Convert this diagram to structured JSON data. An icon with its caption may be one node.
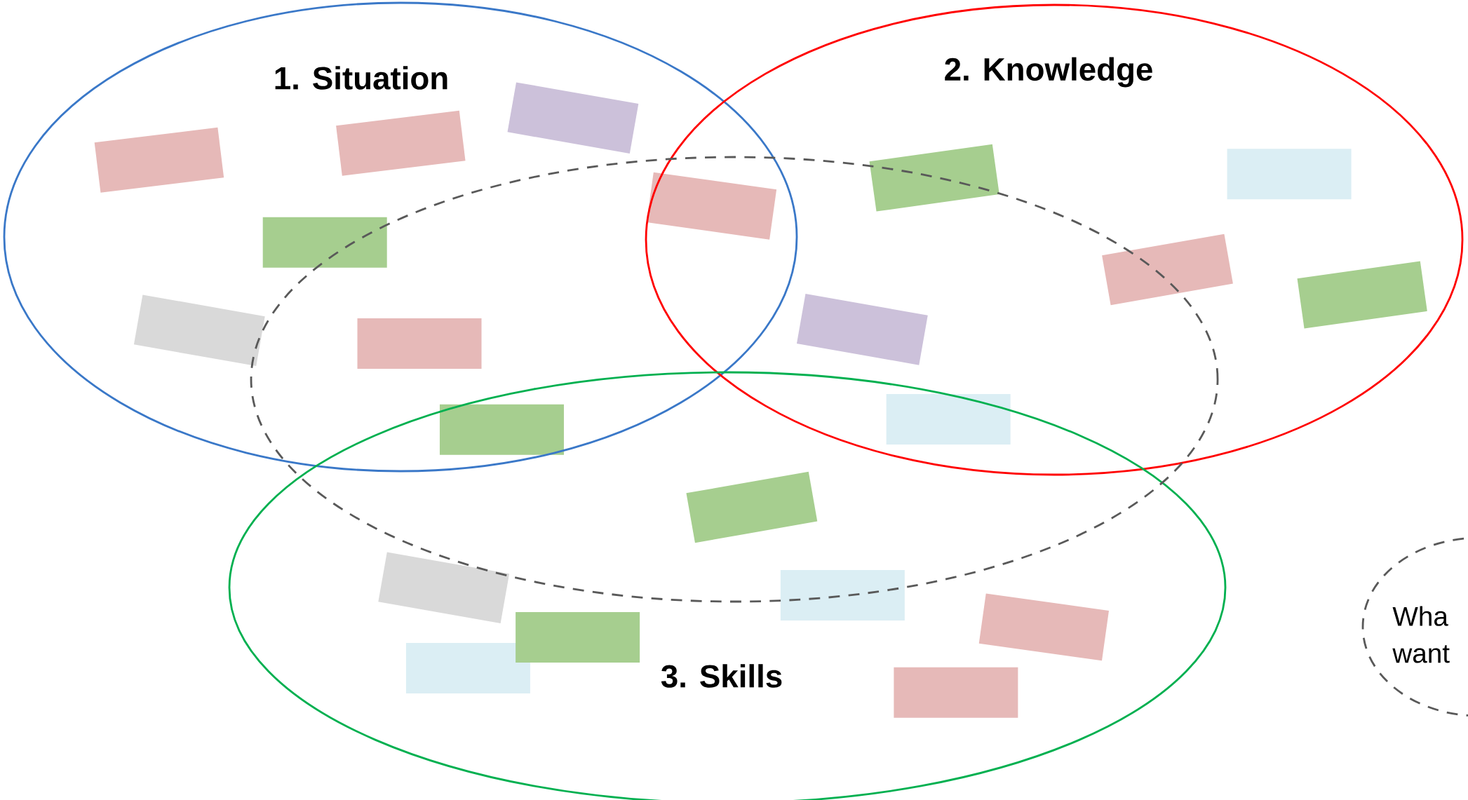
{
  "diagram": {
    "nodes": [
      {
        "text": [
          "1. Situation"
        ]
      },
      {
        "text": [
          "2. Knowledge"
        ]
      },
      {
        "text": [
          "3. Skills"
        ]
      },
      {
        "text": [],
        "shape": "circle"
      },
      {
        "text": [
          "Wha want"
        ]
      },
      {
        "text": [],
        "shape": "box",
        "in": 0
      },
      {
        "text": [],
        "shape": "box",
        "in": 0
      },
      {
        "text": [],
        "shape": "box",
        "in": 0
      },
      {
        "text": [],
        "shape": "box"
      },
      {
        "text": [],
        "shape": "box",
        "in": 1
      },
      {
        "text": [],
        "shape": "box",
        "in": 1
      },
      {
        "text": [],
        "shape": "box",
        "in": 0
      },
      {
        "text": [],
        "shape": "box",
        "in": 0
      },
      {
        "text": [],
        "shape": "box"
      },
      {
        "text": [],
        "shape": "box"
      },
      {
        "text": [],
        "shape": "box",
        "in": 1
      },
      {
        "text": [],
        "shape": "box",
        "in": 1
      },
      {
        "text": [],
        "shape": "box"
      },
      {
        "text": [],
        "shape": "box"
      },
      {
        "text": [],
        "shape": "box"
      },
      {
        "text": [],
        "shape": "box",
        "in": 2
      },
      {
        "text": [],
        "shape": "box",
        "in": 2
      },
      {
        "text": [],
        "shape": "box",
        "in": 2
      },
      {
        "text": [],
        "shape": "box",
        "in": 2
      },
      {
        "text": [],
        "shape": "box",
        "in": 2
      },
      {
        "text": [],
        "shape": "box",
        "in": 2
      }
    ]
  }
}
